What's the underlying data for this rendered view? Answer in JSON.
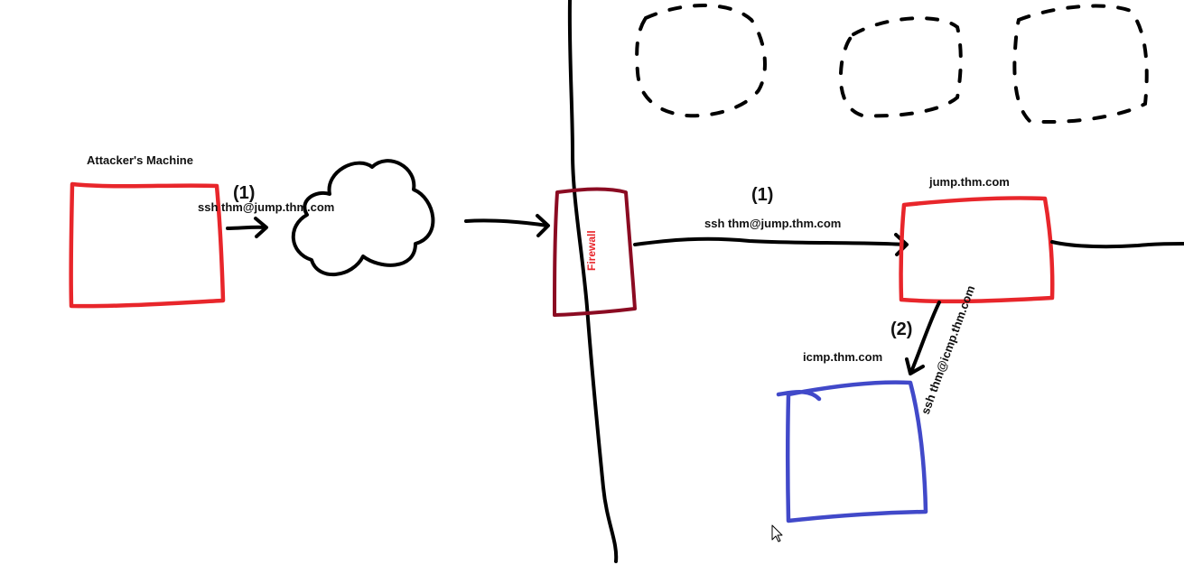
{
  "colors": {
    "ink": "#000000",
    "attacker_box": "#e8262b",
    "firewall": "#8b0b22",
    "firewall_text": "#e8262b",
    "jump_box": "#e8262b",
    "icmp_box": "#4149c9"
  },
  "nodes": {
    "attacker": {
      "label": "Attacker's Machine"
    },
    "internet": {
      "icon": "cloud-icon"
    },
    "firewall": {
      "label": "Firewall"
    },
    "jump": {
      "label": "jump.thm.com"
    },
    "icmp": {
      "label": "icmp.thm.com"
    },
    "internal_hosts": {
      "icon": "dashed-host-outline",
      "count": 3
    }
  },
  "edges": {
    "attacker_to_cloud": {
      "step": "(1)",
      "command": "ssh thm@jump.thm.com"
    },
    "firewall_to_jump": {
      "step": "(1)",
      "command": "ssh thm@jump.thm.com"
    },
    "jump_to_icmp": {
      "step": "(2)",
      "command": "ssh thm@icmp.thm.com"
    }
  },
  "cursor": {
    "icon": "mouse-pointer-icon"
  }
}
